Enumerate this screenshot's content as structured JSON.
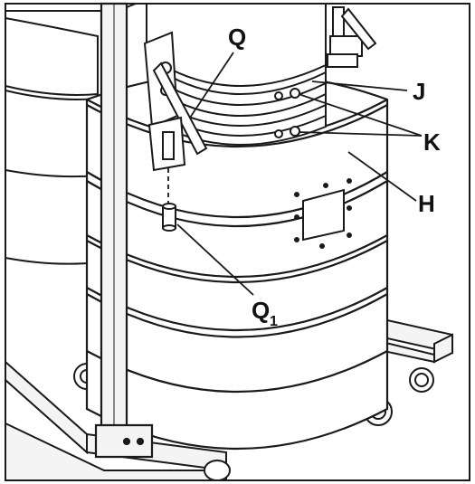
{
  "diagram": {
    "labels": {
      "q": "Q",
      "q1_main": "Q",
      "q1_sub": "1",
      "j": "J",
      "k": "K",
      "h": "H"
    }
  },
  "colors": {
    "line": "#1a1a1a",
    "drum": "#ffffff",
    "frame": "#f4f4f4",
    "background": "#ffffff"
  }
}
